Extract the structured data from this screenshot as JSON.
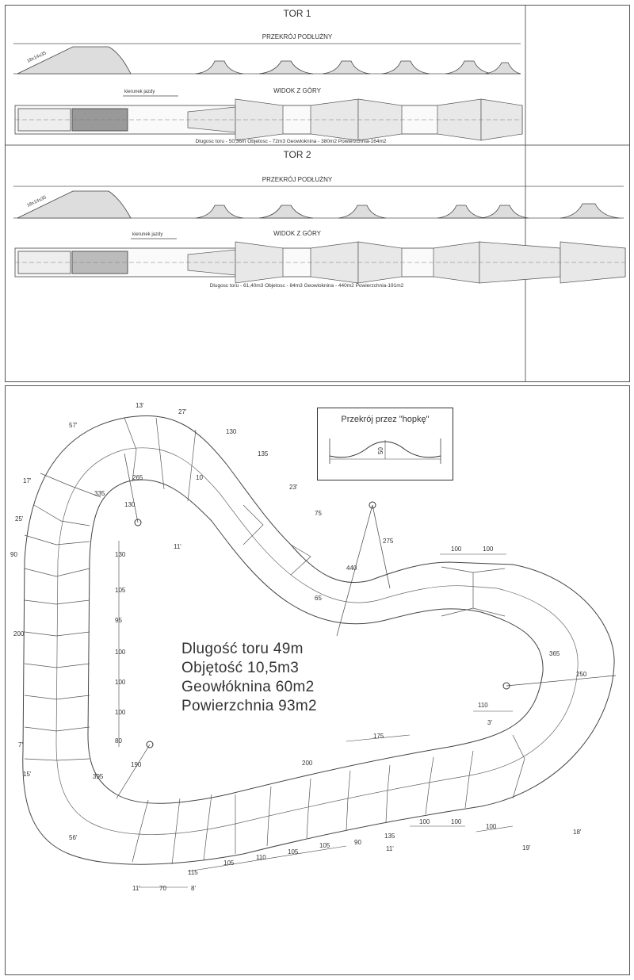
{
  "tor1": {
    "title": "TOR 1",
    "section_label": "PRZEKRÓJ PODŁUŻNY",
    "top_label": "WIDOK Z GÓRY",
    "direction": "kierunek jazdy",
    "start_dim": "18x14x35",
    "summary": "Dlugosc toru - 50,36m   Objetosc - 72m3   Geowloknina - 380m2   Powierzchnia-164m2"
  },
  "tor2": {
    "title": "TOR 2",
    "section_label": "PRZEKRÓJ PODŁUŻNY",
    "top_label": "WIDOK Z GÓRY",
    "direction": "kierunek jazdy",
    "start_dim": "18x14x35",
    "summary": "Dlugosc toru - 61,40m3   Objetosc - 84m3   Geowloknina - 440m2   Powierzchnia-191m2"
  },
  "plan": {
    "stats": [
      "Dlugość toru 49m",
      "Objętość 10,5m3",
      "Geowłóknina 60m2",
      "Powierzchnia 93m2"
    ],
    "hop_title": "Przekrój przez \"hopkę\"",
    "hop_dim": "50",
    "dims": [
      "13'",
      "27'",
      "57'",
      "130",
      "135",
      "23'",
      "75",
      "17'",
      "25'",
      "90",
      "200",
      "335",
      "130",
      "265",
      "10",
      "11'",
      "130",
      "105",
      "95",
      "100",
      "100",
      "100",
      "80",
      "395",
      "190",
      "7'",
      "15'",
      "56'",
      "440",
      "275",
      "65",
      "100",
      "100",
      "365",
      "250",
      "110",
      "3'",
      "175",
      "200",
      "100",
      "100",
      "100",
      "135",
      "90",
      "105",
      "105",
      "110",
      "105",
      "115",
      "11'",
      "70",
      "8'",
      "11'",
      "19'",
      "18'"
    ]
  }
}
